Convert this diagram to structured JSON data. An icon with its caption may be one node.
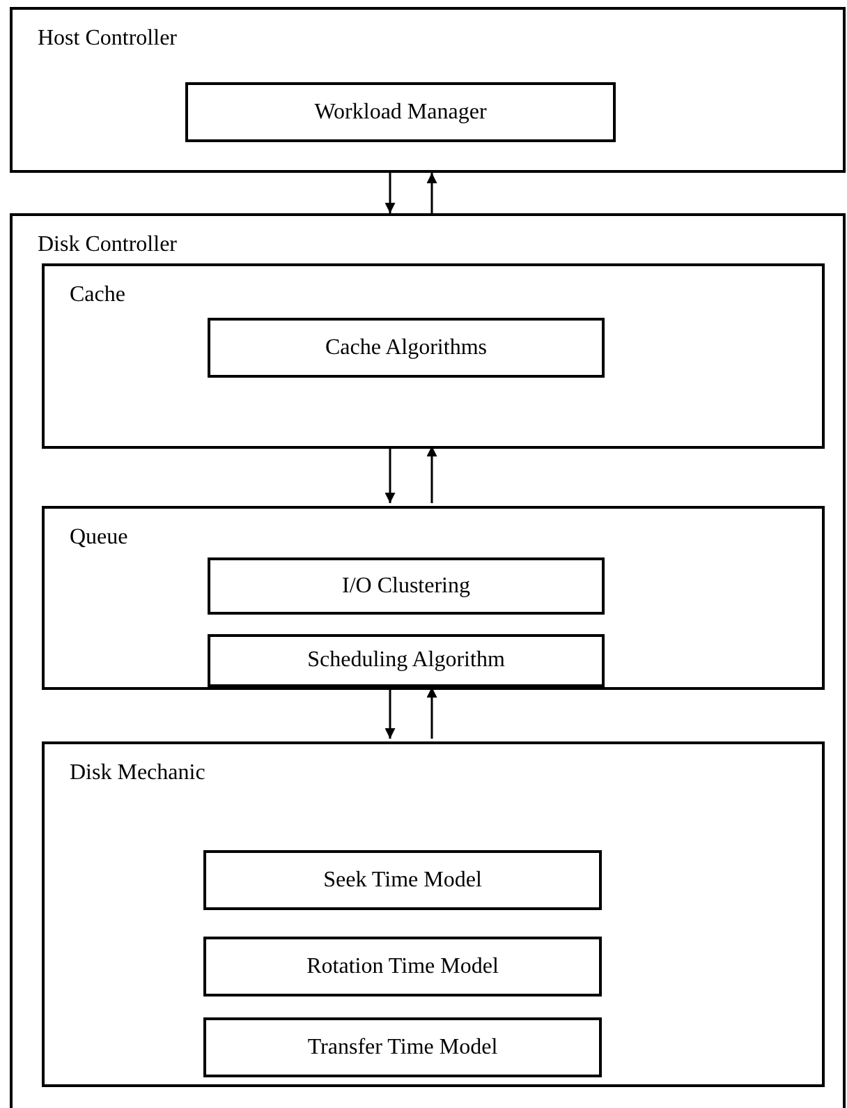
{
  "diagram": {
    "nodes": [
      {
        "text": [
          "Host Controller"
        ]
      },
      {
        "text": [
          "Workload Manager"
        ],
        "in": 0
      },
      {
        "text": [
          "Disk Controller"
        ]
      },
      {
        "text": [
          "Cache"
        ],
        "in": 2
      },
      {
        "text": [
          "Cache Algorithms"
        ],
        "in": 3
      },
      {
        "text": [
          "Queue"
        ],
        "in": 2
      },
      {
        "text": [
          "I/O Clustering"
        ],
        "in": 5
      },
      {
        "text": [
          "Scheduling Algorithm"
        ],
        "in": 5
      },
      {
        "text": [
          "Disk Mechanic"
        ],
        "in": 2
      },
      {
        "text": [
          "Seek Time Model"
        ],
        "in": 8
      },
      {
        "text": [
          "Rotation Time Model"
        ],
        "in": 8
      },
      {
        "text": [
          "Transfer Time Model"
        ],
        "in": 8
      }
    ],
    "edges": [
      {
        "from": 0,
        "to": 2,
        "arrow": "to"
      },
      {
        "from": 2,
        "to": 0,
        "arrow": "to"
      },
      {
        "from": 3,
        "to": 5,
        "arrow": "to"
      },
      {
        "from": 5,
        "to": 3,
        "arrow": "to"
      },
      {
        "from": 5,
        "to": 8,
        "arrow": "to"
      },
      {
        "from": 8,
        "to": 5,
        "arrow": "to"
      }
    ]
  }
}
